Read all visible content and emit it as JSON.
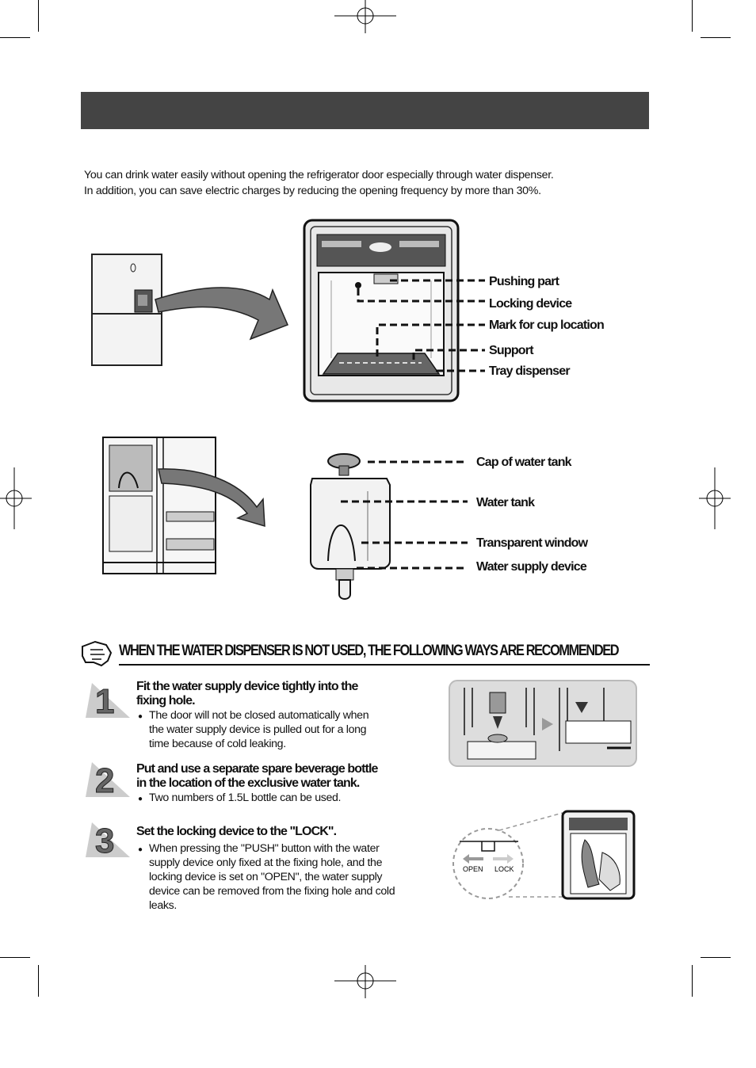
{
  "intro": {
    "line1": "You can drink water easily without opening the refrigerator door especially through water dispenser.",
    "line2": "In addition, you can save electric charges by reducing the opening frequency by more than 30%."
  },
  "dispenser_labels": [
    "Pushing part",
    "Locking device",
    "Mark for cup location",
    "Support",
    "Tray dispenser"
  ],
  "tank_labels": [
    "Cap of water tank",
    "Water tank",
    "Transparent window",
    "Water supply device"
  ],
  "recommend": {
    "title": "WHEN THE WATER DISPENSER IS NOT USED, THE FOLLOWING WAYS ARE RECOMMENDED",
    "steps": [
      {
        "number": "1",
        "title": [
          "Fit the water supply device tightly into the",
          "fixing hole."
        ],
        "bullet": "●",
        "text": [
          "The door will not be closed automatically when",
          "the water supply device is pulled out for a long",
          "time because of cold leaking."
        ]
      },
      {
        "number": "2",
        "title": [
          "Put and use a separate spare beverage bottle",
          "in the location of the exclusive water tank."
        ],
        "bullet": "●",
        "text": [
          "Two numbers of 1.5L bottle can be used."
        ]
      },
      {
        "number": "3",
        "title": [
          "Set the locking device to the \"LOCK\"."
        ],
        "bullet": "●",
        "text": [
          "When pressing the \"PUSH\" button with the water",
          "supply device only fixed at the fixing hole, and the",
          "locking device is set on \"OPEN\", the water supply",
          "device can be removed from the fixing hole and cold",
          "leaks."
        ]
      }
    ]
  },
  "lock_figure": {
    "open_label": "OPEN",
    "lock_label": "LOCK"
  }
}
